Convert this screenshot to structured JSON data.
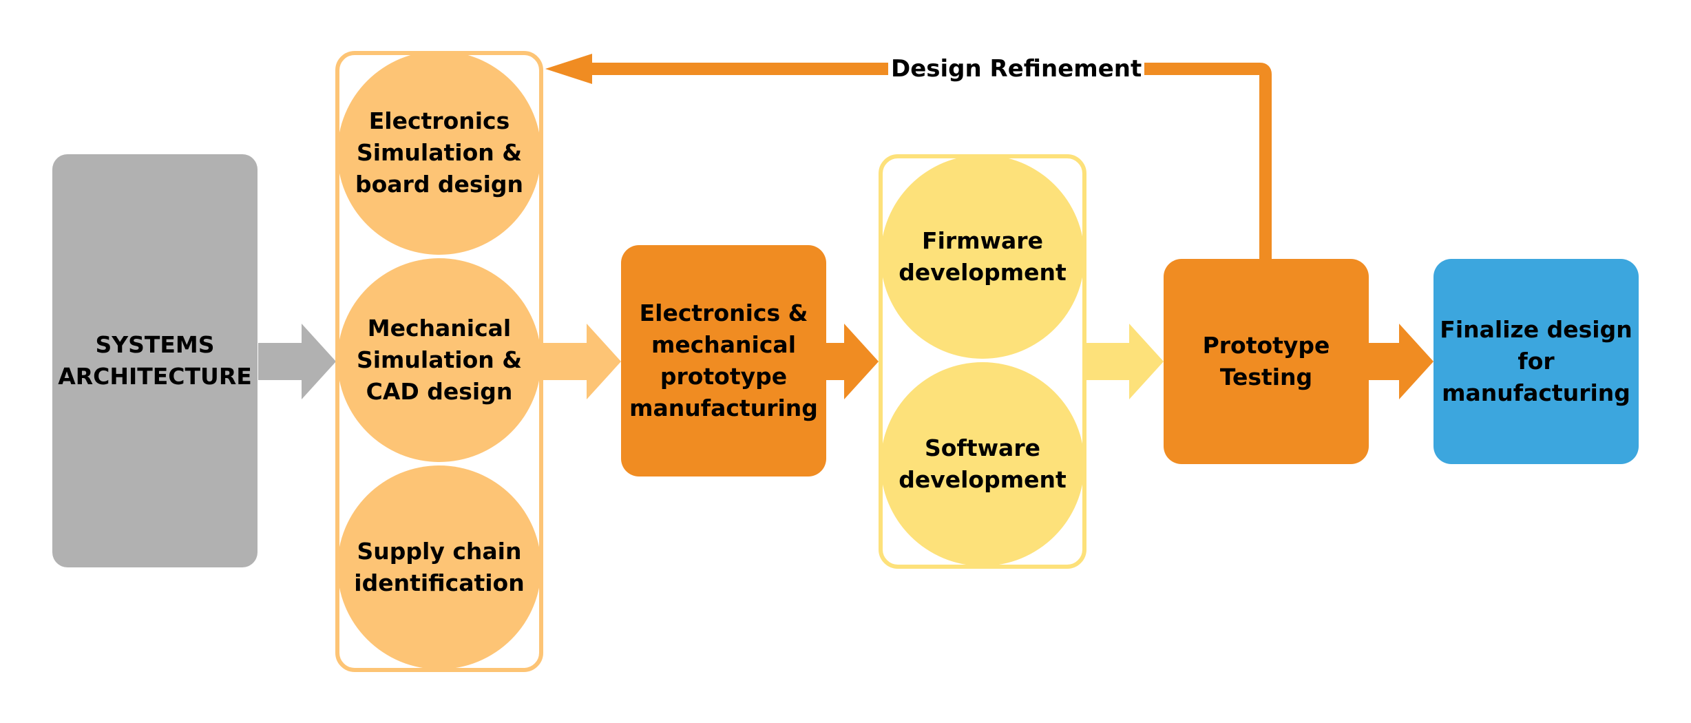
{
  "colors": {
    "gray": "#b1b1b1",
    "light_orange": "#fdc475",
    "orange": "#f08c22",
    "yellow": "#fde17a",
    "blue": "#3ca6de",
    "group_orange_border": "#fdc475",
    "group_yellow_border": "#fde17a"
  },
  "nodes": {
    "systems_architecture": [
      "SYSTEMS",
      "ARCHITECTURE"
    ],
    "electronics_sim": [
      "Electronics",
      "Simulation &",
      "board design"
    ],
    "mechanical_sim": [
      "Mechanical",
      "Simulation &",
      "CAD design"
    ],
    "supply_chain": [
      "Supply chain",
      "identification"
    ],
    "prototype_manufacturing": [
      "Electronics &",
      "mechanical",
      "prototype",
      "manufacturing"
    ],
    "firmware": [
      "Firmware",
      "development"
    ],
    "software": [
      "Software",
      "development"
    ],
    "prototype_testing": [
      "Prototype",
      "Testing"
    ],
    "finalize": [
      "Finalize design",
      "for",
      "manufacturing"
    ]
  },
  "feedback": {
    "label": "Design Refinement"
  }
}
